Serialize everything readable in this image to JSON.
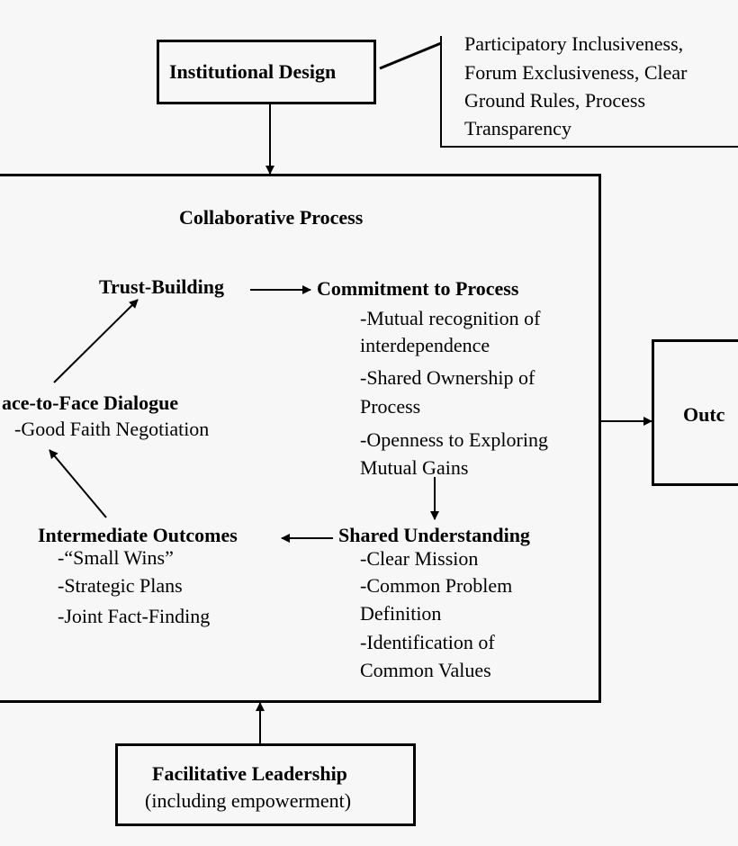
{
  "institutional_design": {
    "title": "Institutional Design",
    "notes": [
      "Participatory Inclusiveness,",
      "Forum Exclusiveness, Clear",
      "Ground Rules, Process",
      "Transparency"
    ]
  },
  "collaborative_process": {
    "title": "Collaborative Process",
    "trust_building": "Trust-Building",
    "commitment": {
      "title": "Commitment to Process",
      "lines": [
        "-Mutual recognition of",
        "interdependence",
        "-Shared Ownership of",
        "Process",
        "-Openness to Exploring",
        "Mutual Gains"
      ]
    },
    "dialogue": {
      "title": "ace-to-Face Dialogue",
      "lines": [
        "-Good Faith Negotiation"
      ]
    },
    "intermediate": {
      "title": "Intermediate Outcomes",
      "lines": [
        "-“Small Wins”",
        "-Strategic Plans",
        "-Joint Fact-Finding"
      ]
    },
    "understanding": {
      "title": "Shared Understanding",
      "lines": [
        "-Clear Mission",
        "-Common Problem",
        "Definition",
        "-Identification of",
        "Common Values"
      ]
    }
  },
  "outcomes": {
    "title": "Outc"
  },
  "facilitative_leadership": {
    "title": "Facilitative Leadership",
    "subtitle": "(including empowerment)"
  }
}
